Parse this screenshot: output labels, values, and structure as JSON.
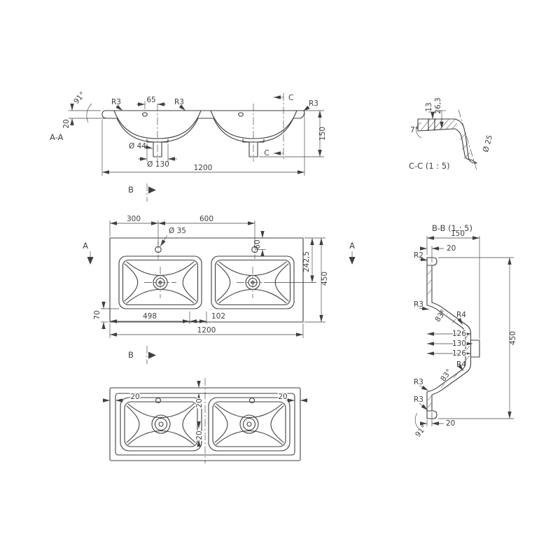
{
  "drawing": {
    "background_color": "#ffffff",
    "line_color": "#3f3f3f",
    "views": {
      "section_aa": {
        "title": "A-A",
        "angle_corner": "91°",
        "rim_height": "20",
        "fillet_r3": "R3",
        "hole_offset": "65",
        "section_mark_c": "C",
        "total_height": "150",
        "drain_diameter": "Ø 44",
        "recess_diameter": "Ø 130",
        "total_width": "1200"
      },
      "detail_cc": {
        "title": "C-C (1 : 5)",
        "depth_13": "13",
        "depth_26_3": "26,3",
        "angle_7": "7°",
        "pipe_diameter": "Ø 25"
      },
      "plan": {
        "section_mark_a": "A",
        "section_mark_b": "B",
        "hole_edge_offset": "300",
        "hole_spacing": "600",
        "hole_diameter": "Ø 35",
        "hole_back_offset": "60",
        "drain_back_offset": "242,5",
        "depth": "450",
        "front_margin": "70",
        "drain_offset": "498",
        "drain_gap": "102",
        "total_width": "1200"
      },
      "detail_bb": {
        "title": "B-B (1 : 5)",
        "overall_150": "150",
        "rim_20": "20",
        "fillet_r2": "R2",
        "fillet_r3": "R3",
        "wall_angle_83": "83°",
        "fillet_r4": "R4",
        "width_126": "126",
        "width_130": "130",
        "overall_450": "450",
        "lip_angle_91": "91°"
      },
      "bottom_view": {
        "offset_20": "20"
      }
    }
  }
}
